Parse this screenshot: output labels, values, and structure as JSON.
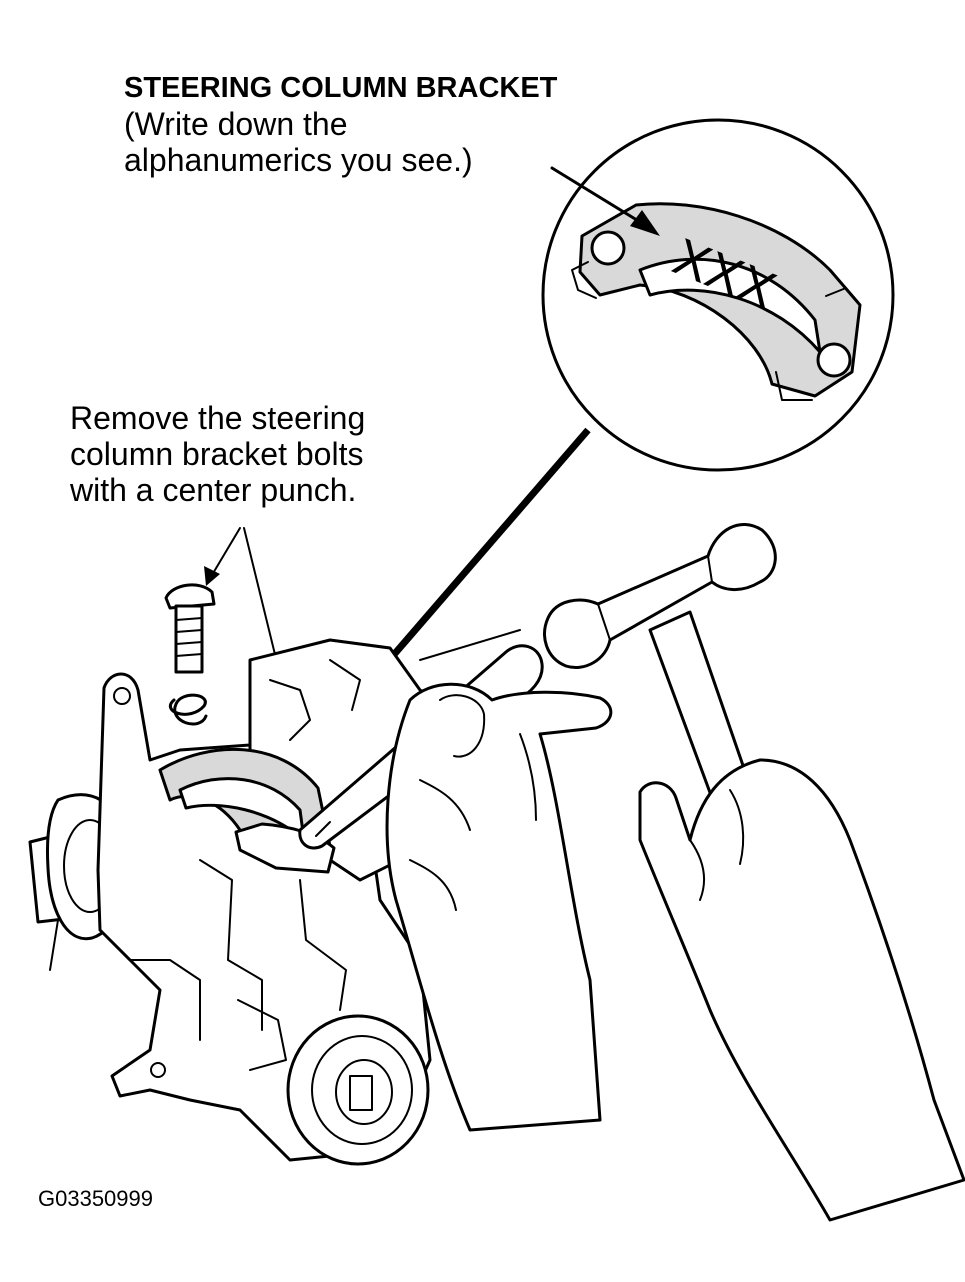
{
  "diagram": {
    "title": "STEERING COLUMN BRACKET",
    "title_note": [
      "(Write down the",
      "alphanumerics you see.)"
    ],
    "callout": [
      "Remove the steering",
      "column bracket bolts",
      "with a center punch."
    ],
    "bracket_marking": "XXX",
    "figure_code": "G03350999"
  }
}
